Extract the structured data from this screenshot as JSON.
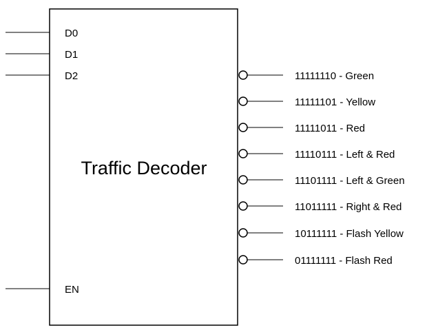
{
  "decoder": {
    "title": "Traffic Decoder",
    "inputs": [
      {
        "label": "D0"
      },
      {
        "label": "D1"
      },
      {
        "label": "D2"
      }
    ],
    "enable": {
      "label": "EN"
    },
    "outputs": [
      {
        "label": "11111110 - Green"
      },
      {
        "label": "11111101 - Yellow"
      },
      {
        "label": "11111011 - Red"
      },
      {
        "label": "11110111 - Left & Red"
      },
      {
        "label": "11101111 - Left & Green"
      },
      {
        "label": "11011111 - Right & Red"
      },
      {
        "label": "10111111 - Flash Yellow"
      },
      {
        "label": "01111111 - Flash Red"
      }
    ]
  }
}
